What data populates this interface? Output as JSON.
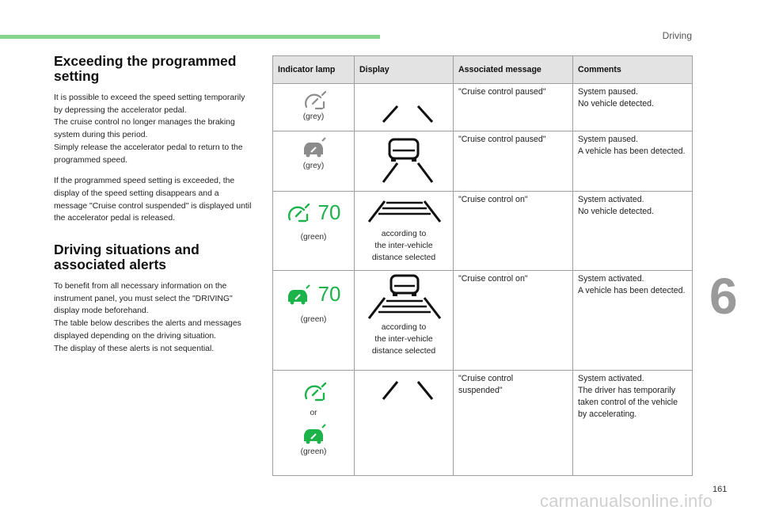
{
  "header": {
    "section_label": "Driving"
  },
  "chapter_number": "6",
  "page_number": "161",
  "watermark": "carmanualsonline.info",
  "colors": {
    "accent_bar": "#86d38a",
    "green": "#1db34a",
    "grey": "#8c8c8c"
  },
  "left": {
    "heading1": "Exceeding the programmed setting",
    "para1": "It is possible to exceed the speed setting temporarily by depressing the accelerator pedal.\nThe cruise control no longer manages the braking system during this period.\nSimply release the accelerator pedal to return to the programmed speed.",
    "para2": "If the programmed speed setting is exceeded, the display of the speed setting disappears and a message \"Cruise control suspended\" is displayed until the accelerator pedal is released.",
    "heading2": "Driving situations and associated alerts",
    "para3": "To benefit from all necessary information on the instrument panel, you must select the \"DRIVING\" display mode beforehand.\nThe table below describes the alerts and messages displayed depending on the driving situation.\nThe display of these alerts is not sequential."
  },
  "table": {
    "headers": [
      "Indicator lamp",
      "Display",
      "Associated message",
      "Comments"
    ],
    "rows": [
      {
        "lamp_label": "(grey)",
        "message": "\"Cruise control paused\"",
        "comment": "System paused.\nNo vehicle detected."
      },
      {
        "lamp_label": "(grey)",
        "message": "\"Cruise control paused\"",
        "comment": "System paused.\nA vehicle has been detected."
      },
      {
        "lamp_label": "(green)",
        "speed": "70",
        "display_caption": "according to\nthe inter-vehicle\ndistance selected",
        "message": "\"Cruise control on\"",
        "comment": "System activated.\nNo vehicle detected."
      },
      {
        "lamp_label": "(green)",
        "speed": "70",
        "display_caption": "according to\nthe inter-vehicle\ndistance selected",
        "message": "\"Cruise control on\"",
        "comment": "System activated.\nA vehicle has been detected."
      },
      {
        "lamp_or": "or",
        "lamp_label": "(green)",
        "message": "\"Cruise control\nsuspended\"",
        "comment": "System activated.\nThe driver has temporarily taken control of the vehicle by accelerating."
      }
    ]
  },
  "icons": {
    "gauge_outline": "cruise-control-outline-icon",
    "gauge_vehicle": "cruise-control-vehicle-icon",
    "road_lines": "road-lane-icon",
    "vehicle": "vehicle-ahead-icon"
  }
}
